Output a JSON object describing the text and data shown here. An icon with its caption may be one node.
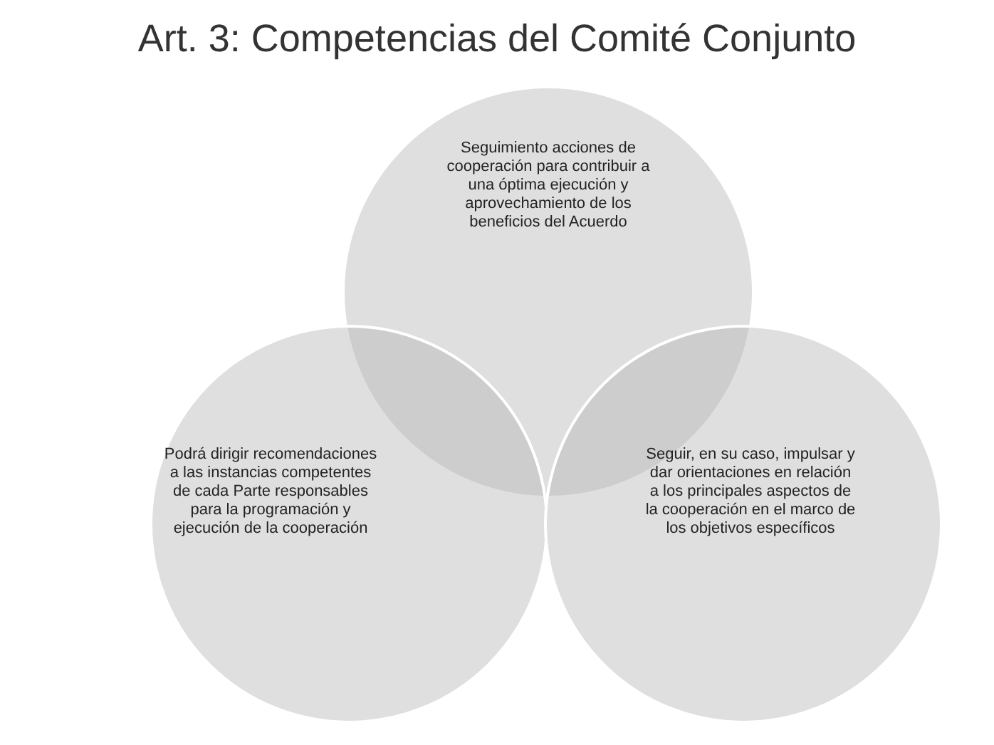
{
  "diagram": {
    "title": "Art. 3: Competencias del Comité Conjunto",
    "nodes": [
      {
        "text": [
          "Seguimiento acciones de cooperación para contribuir a una óptima ejecución y aprovechamiento de los beneficios del Acuerdo"
        ]
      },
      {
        "text": [
          "Podrá dirigir recomendaciones a las instancias competentes de cada Parte responsables para la programación y ejecución de la cooperación"
        ]
      },
      {
        "text": [
          "Seguir, en su caso, impulsar y dar orientaciones en relación a los principales aspectos de la cooperación en el marco de los objetivos específicos"
        ]
      }
    ],
    "edges": []
  }
}
